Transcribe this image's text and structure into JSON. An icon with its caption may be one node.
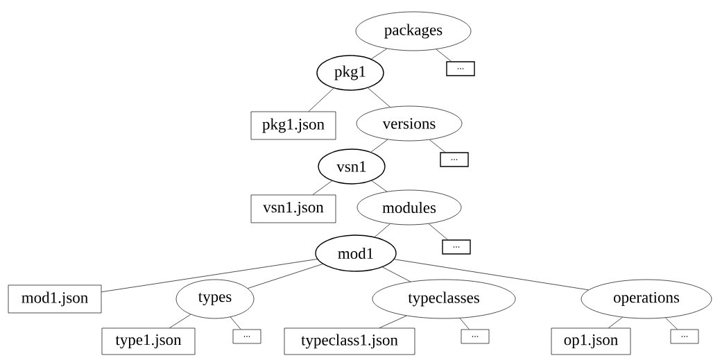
{
  "diagram": {
    "nodes": [
      {
        "text": [
          "packages"
        ]
      },
      {
        "text": [
          "pkg1"
        ]
      },
      {
        "text": [
          "..."
        ]
      },
      {
        "text": [
          "pkg1.json"
        ]
      },
      {
        "text": [
          "versions"
        ]
      },
      {
        "text": [
          "..."
        ]
      },
      {
        "text": [
          "vsn1"
        ]
      },
      {
        "text": [
          "vsn1.json"
        ]
      },
      {
        "text": [
          "modules"
        ]
      },
      {
        "text": [
          "..."
        ]
      },
      {
        "text": [
          "mod1"
        ]
      },
      {
        "text": [
          "mod1.json"
        ]
      },
      {
        "text": [
          "types"
        ]
      },
      {
        "text": [
          "typeclasses"
        ]
      },
      {
        "text": [
          "operations"
        ]
      },
      {
        "text": [
          "type1.json"
        ]
      },
      {
        "text": [
          "..."
        ]
      },
      {
        "text": [
          "typeclass1.json"
        ]
      },
      {
        "text": [
          "..."
        ]
      },
      {
        "text": [
          "op1.json"
        ]
      },
      {
        "text": [
          "..."
        ]
      }
    ],
    "edges": [
      {
        "from": 0,
        "to": 1,
        "arrow": "none"
      },
      {
        "from": 0,
        "to": 2,
        "arrow": "none"
      },
      {
        "from": 1,
        "to": 3,
        "arrow": "none"
      },
      {
        "from": 1,
        "to": 4,
        "arrow": "none"
      },
      {
        "from": 4,
        "to": 6,
        "arrow": "none"
      },
      {
        "from": 4,
        "to": 5,
        "arrow": "none"
      },
      {
        "from": 6,
        "to": 7,
        "arrow": "none"
      },
      {
        "from": 6,
        "to": 8,
        "arrow": "none"
      },
      {
        "from": 8,
        "to": 10,
        "arrow": "none"
      },
      {
        "from": 8,
        "to": 9,
        "arrow": "none"
      },
      {
        "from": 10,
        "to": 11,
        "arrow": "none"
      },
      {
        "from": 10,
        "to": 12,
        "arrow": "none"
      },
      {
        "from": 10,
        "to": 13,
        "arrow": "none"
      },
      {
        "from": 10,
        "to": 14,
        "arrow": "none"
      },
      {
        "from": 12,
        "to": 15,
        "arrow": "none"
      },
      {
        "from": 12,
        "to": 16,
        "arrow": "none"
      },
      {
        "from": 13,
        "to": 17,
        "arrow": "none"
      },
      {
        "from": 13,
        "to": 18,
        "arrow": "none"
      },
      {
        "from": 14,
        "to": 19,
        "arrow": "none"
      },
      {
        "from": 14,
        "to": 20,
        "arrow": "none"
      }
    ]
  }
}
